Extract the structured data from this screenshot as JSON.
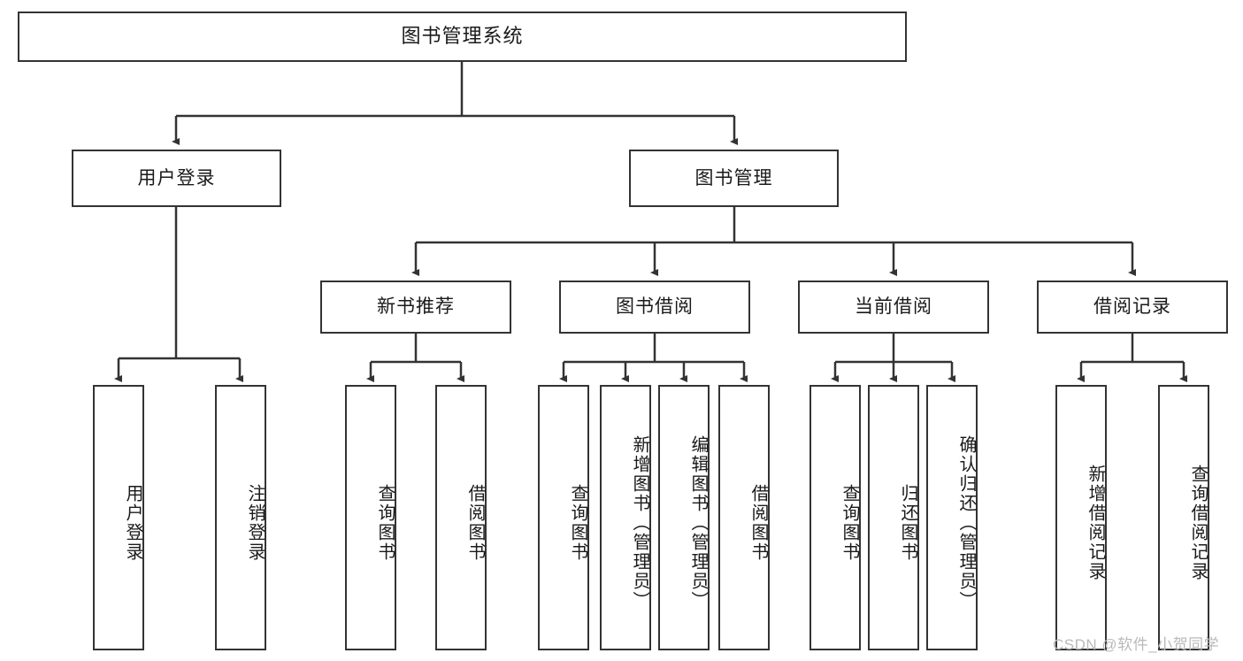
{
  "diagram": {
    "title": "图书管理系统",
    "type": "tree-hierarchy-diagram",
    "watermark": "CSDN @软件_小贺同学",
    "colors": {
      "box_border": "#333333",
      "box_fill": "#ffffff",
      "edge": "#333333",
      "text": "#1a1a1a",
      "watermark": "#b9b9b9"
    },
    "root": {
      "label": "图书管理系统"
    },
    "level2": [
      {
        "id": "user-login",
        "label": "用户登录"
      },
      {
        "id": "book-management",
        "label": "图书管理"
      }
    ],
    "level3": [
      {
        "id": "new-book-recommend",
        "label": "新书推荐",
        "parent": "book-management"
      },
      {
        "id": "book-borrow",
        "label": "图书借阅",
        "parent": "book-management"
      },
      {
        "id": "current-borrow",
        "label": "当前借阅",
        "parent": "book-management"
      },
      {
        "id": "borrow-record",
        "label": "借阅记录",
        "parent": "book-management"
      }
    ],
    "leaves": {
      "user_login": [
        {
          "id": "leaf-user-login",
          "label": "用户登录"
        },
        {
          "id": "leaf-logout-login",
          "label": "注销登录"
        }
      ],
      "new_book_recommend": [
        {
          "id": "leaf-query-book-1",
          "label": "查询图书"
        },
        {
          "id": "leaf-borrow-book-1",
          "label": "借阅图书"
        }
      ],
      "book_borrow": [
        {
          "id": "leaf-query-book-2",
          "label": "查询图书"
        },
        {
          "id": "leaf-add-book",
          "label": "新增图书（管理员）"
        },
        {
          "id": "leaf-edit-book",
          "label": "编辑图书（管理员）"
        },
        {
          "id": "leaf-borrow-book-2",
          "label": "借阅图书"
        }
      ],
      "current_borrow": [
        {
          "id": "leaf-query-book-3",
          "label": "查询图书"
        },
        {
          "id": "leaf-return-book",
          "label": "归还图书"
        },
        {
          "id": "leaf-confirm-return",
          "label": "确认归还（管理员）"
        }
      ],
      "borrow_record": [
        {
          "id": "leaf-add-record",
          "label": "新增借阅记录"
        },
        {
          "id": "leaf-query-record",
          "label": "查询借阅记录"
        }
      ]
    }
  }
}
